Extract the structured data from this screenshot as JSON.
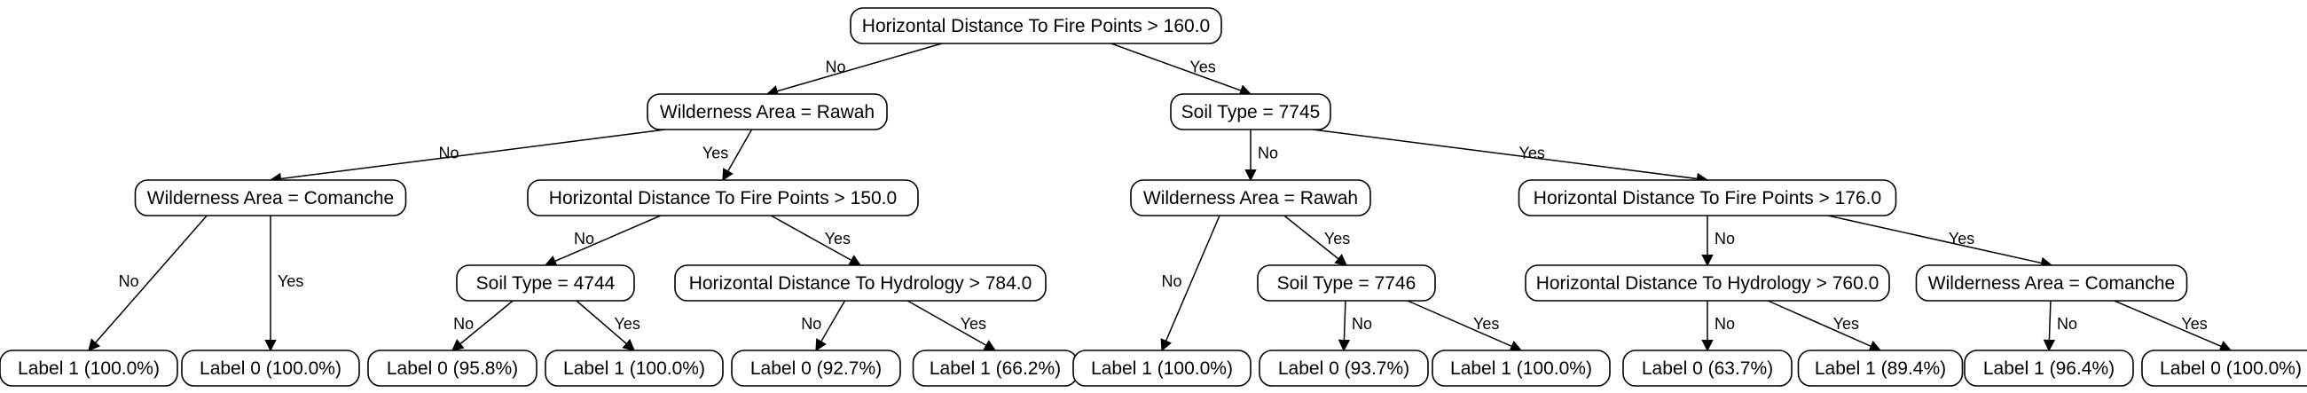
{
  "colors": {
    "background": "#ffffff",
    "stroke": "#000000",
    "text": "#000000"
  },
  "tree": {
    "nodes": [
      {
        "id": "n0",
        "label": "Horizontal Distance To Fire Points > 160.0"
      },
      {
        "id": "n1",
        "label": "Wilderness Area = Rawah"
      },
      {
        "id": "n2",
        "label": "Soil Type = 7745"
      },
      {
        "id": "n3",
        "label": "Wilderness Area = Comanche"
      },
      {
        "id": "n4",
        "label": "Horizontal Distance To Fire Points > 150.0"
      },
      {
        "id": "n5",
        "label": "Wilderness Area = Rawah"
      },
      {
        "id": "n6",
        "label": "Horizontal Distance To Fire Points > 176.0"
      },
      {
        "id": "n7",
        "label": "Soil Type = 4744"
      },
      {
        "id": "n8",
        "label": "Horizontal Distance To Hydrology > 784.0"
      },
      {
        "id": "n9",
        "label": "Soil Type = 7746"
      },
      {
        "id": "n10",
        "label": "Horizontal Distance To Hydrology > 760.0"
      },
      {
        "id": "n11",
        "label": "Wilderness Area = Comanche"
      },
      {
        "id": "l1",
        "label": "Label 1 (100.0%)"
      },
      {
        "id": "l2",
        "label": "Label 0 (100.0%)"
      },
      {
        "id": "l3",
        "label": "Label 0 (95.8%)"
      },
      {
        "id": "l4",
        "label": "Label 1 (100.0%)"
      },
      {
        "id": "l5",
        "label": "Label 0 (92.7%)"
      },
      {
        "id": "l6",
        "label": "Label 1 (66.2%)"
      },
      {
        "id": "l7",
        "label": "Label 1 (100.0%)"
      },
      {
        "id": "l8",
        "label": "Label 0 (93.7%)"
      },
      {
        "id": "l9",
        "label": "Label 1 (100.0%)"
      },
      {
        "id": "l10",
        "label": "Label 0 (63.7%)"
      },
      {
        "id": "l11",
        "label": "Label 1 (89.4%)"
      },
      {
        "id": "l12",
        "label": "Label 1 (96.4%)"
      },
      {
        "id": "l13",
        "label": "Label 0 (100.0%)"
      }
    ],
    "edges": [
      {
        "from": "n0",
        "to": "n1",
        "label": "No"
      },
      {
        "from": "n0",
        "to": "n2",
        "label": "Yes"
      },
      {
        "from": "n1",
        "to": "n3",
        "label": "No"
      },
      {
        "from": "n1",
        "to": "n4",
        "label": "Yes"
      },
      {
        "from": "n2",
        "to": "n5",
        "label": "No"
      },
      {
        "from": "n2",
        "to": "n6",
        "label": "Yes"
      },
      {
        "from": "n3",
        "to": "l1",
        "label": "No"
      },
      {
        "from": "n3",
        "to": "l2",
        "label": "Yes"
      },
      {
        "from": "n4",
        "to": "n7",
        "label": "No"
      },
      {
        "from": "n4",
        "to": "n8",
        "label": "Yes"
      },
      {
        "from": "n7",
        "to": "l3",
        "label": "No"
      },
      {
        "from": "n7",
        "to": "l4",
        "label": "Yes"
      },
      {
        "from": "n8",
        "to": "l5",
        "label": "No"
      },
      {
        "from": "n8",
        "to": "l6",
        "label": "Yes"
      },
      {
        "from": "n5",
        "to": "l7",
        "label": "No"
      },
      {
        "from": "n5",
        "to": "n9",
        "label": "Yes"
      },
      {
        "from": "n9",
        "to": "l8",
        "label": "No"
      },
      {
        "from": "n9",
        "to": "l9",
        "label": "Yes"
      },
      {
        "from": "n6",
        "to": "n10",
        "label": "No"
      },
      {
        "from": "n6",
        "to": "n11",
        "label": "Yes"
      },
      {
        "from": "n10",
        "to": "l10",
        "label": "No"
      },
      {
        "from": "n10",
        "to": "l11",
        "label": "Yes"
      },
      {
        "from": "n11",
        "to": "l12",
        "label": "No"
      },
      {
        "from": "n11",
        "to": "l13",
        "label": "Yes"
      }
    ]
  }
}
